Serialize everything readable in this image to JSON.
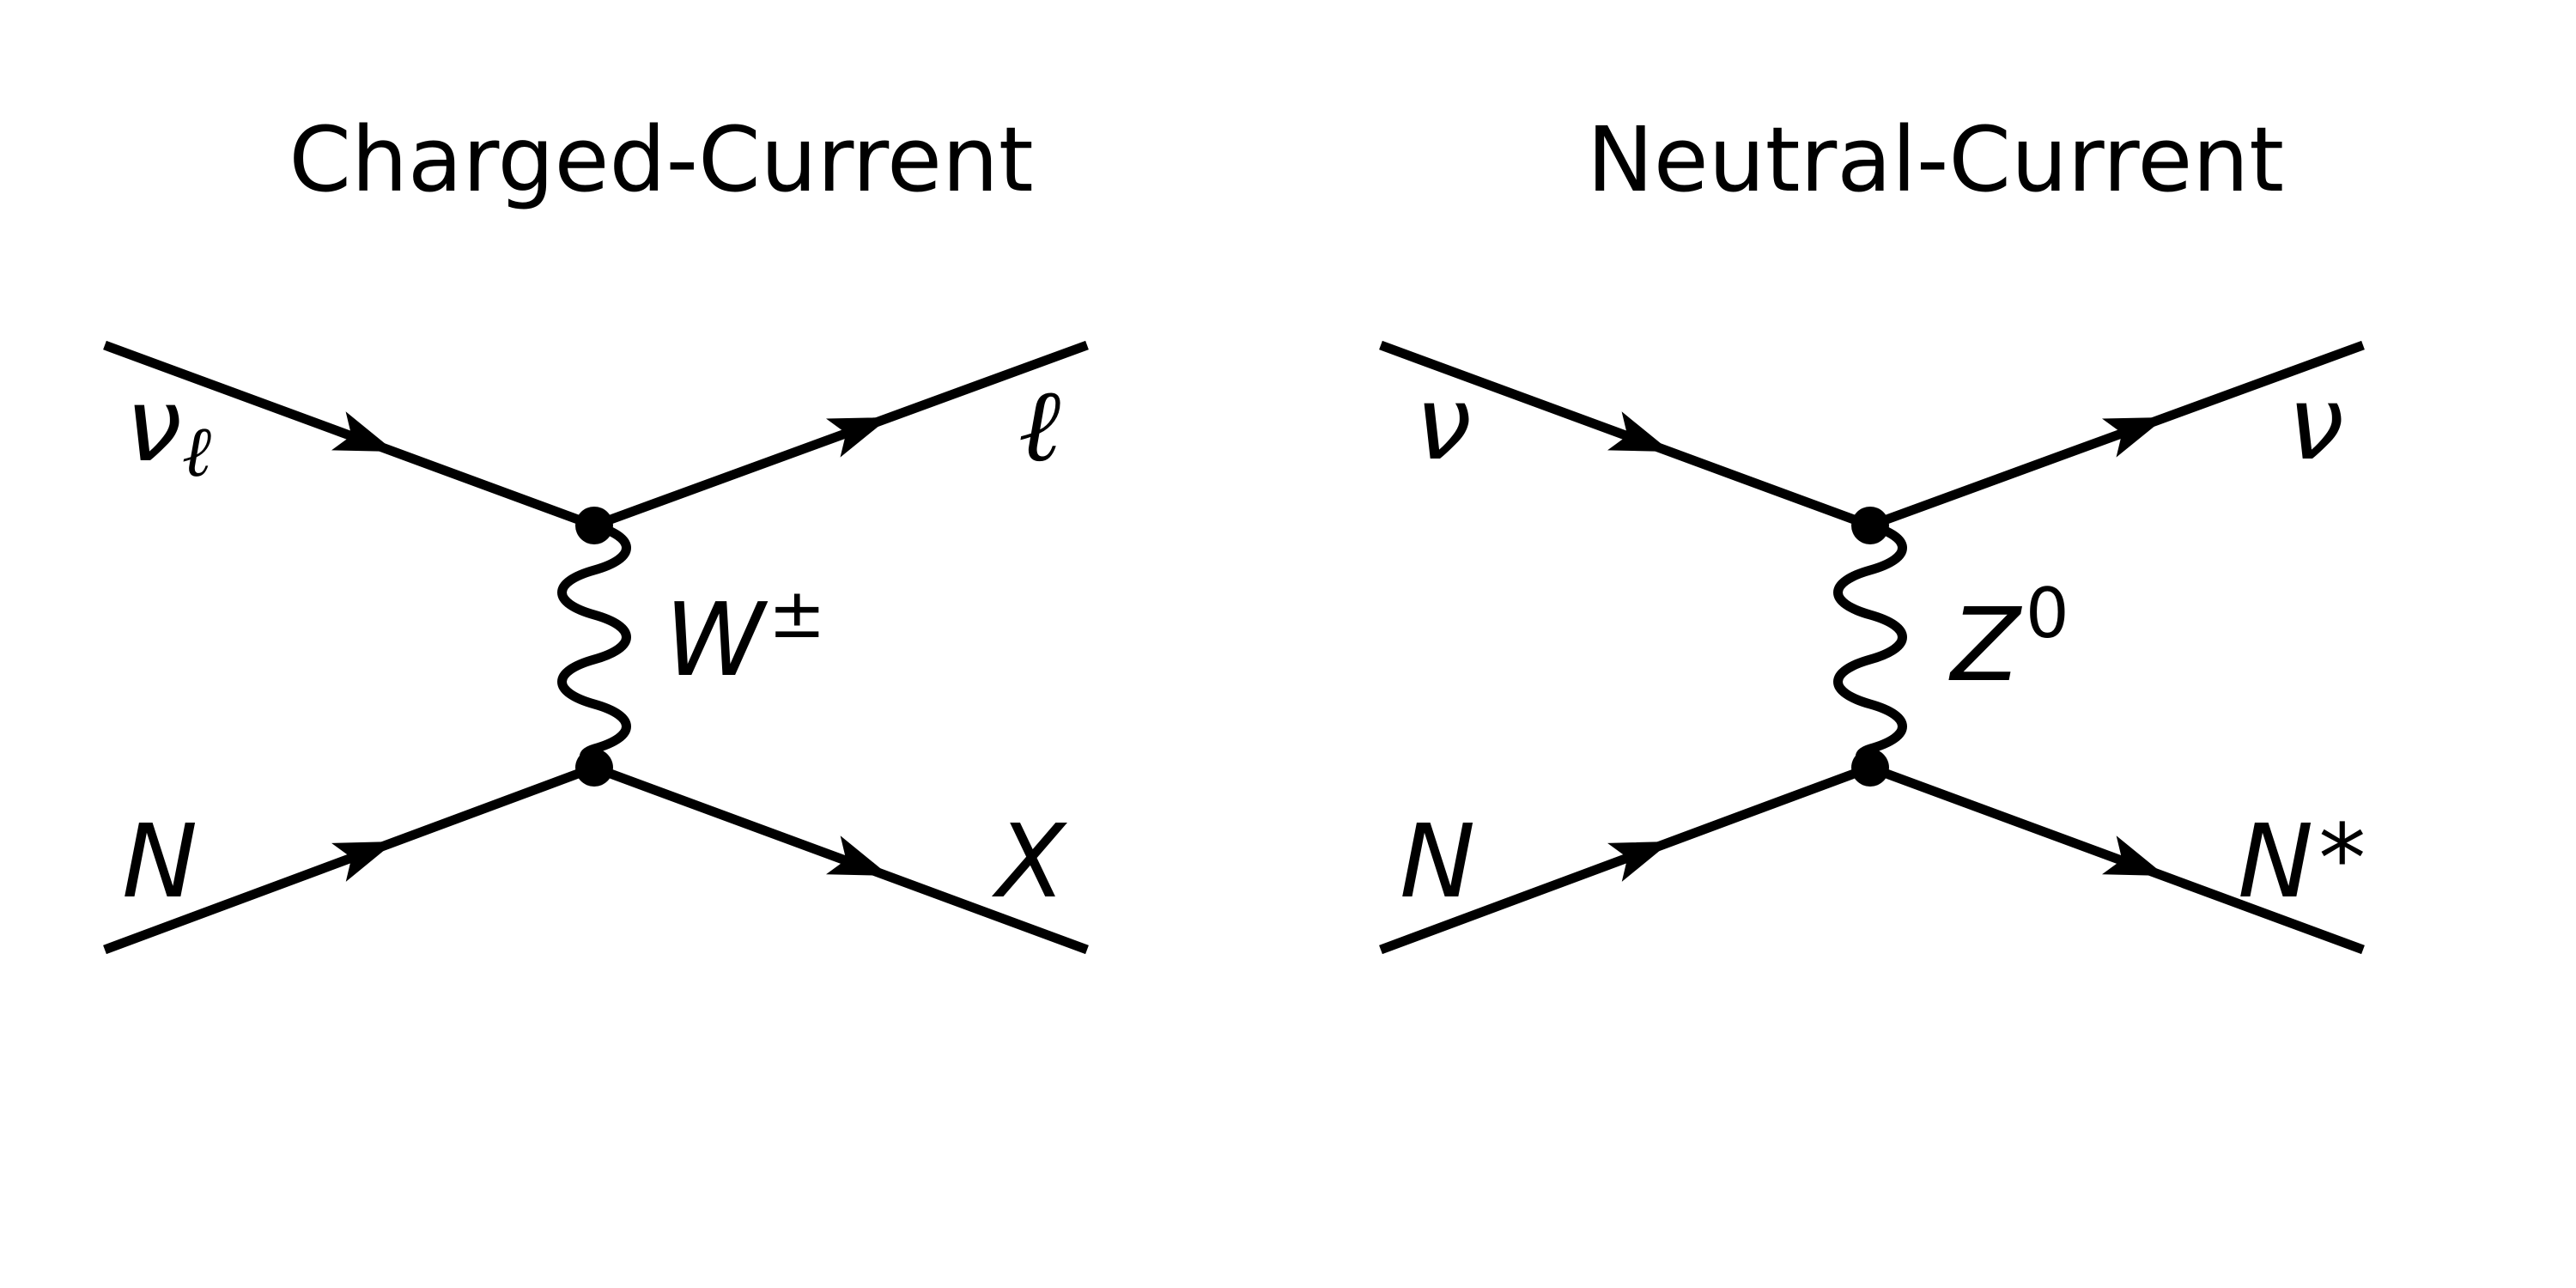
{
  "diagrams": {
    "charged": {
      "title": "Charged-Current",
      "incoming_top": {
        "symbol": "ν",
        "subscript": "ℓ"
      },
      "outgoing_top": {
        "symbol": "ℓ"
      },
      "incoming_bottom": {
        "symbol": "N"
      },
      "outgoing_bottom": {
        "symbol": "X"
      },
      "boson": {
        "symbol": "W",
        "superscript": "±"
      }
    },
    "neutral": {
      "title": "Neutral-Current",
      "incoming_top": {
        "symbol": "ν"
      },
      "outgoing_top": {
        "symbol": "ν"
      },
      "incoming_bottom": {
        "symbol": "N"
      },
      "outgoing_bottom": {
        "symbol": "N",
        "superscript": "*"
      },
      "boson": {
        "symbol": "Z",
        "superscript": "0"
      }
    }
  },
  "colors": {
    "ink": "#000000",
    "background": "#ffffff"
  }
}
